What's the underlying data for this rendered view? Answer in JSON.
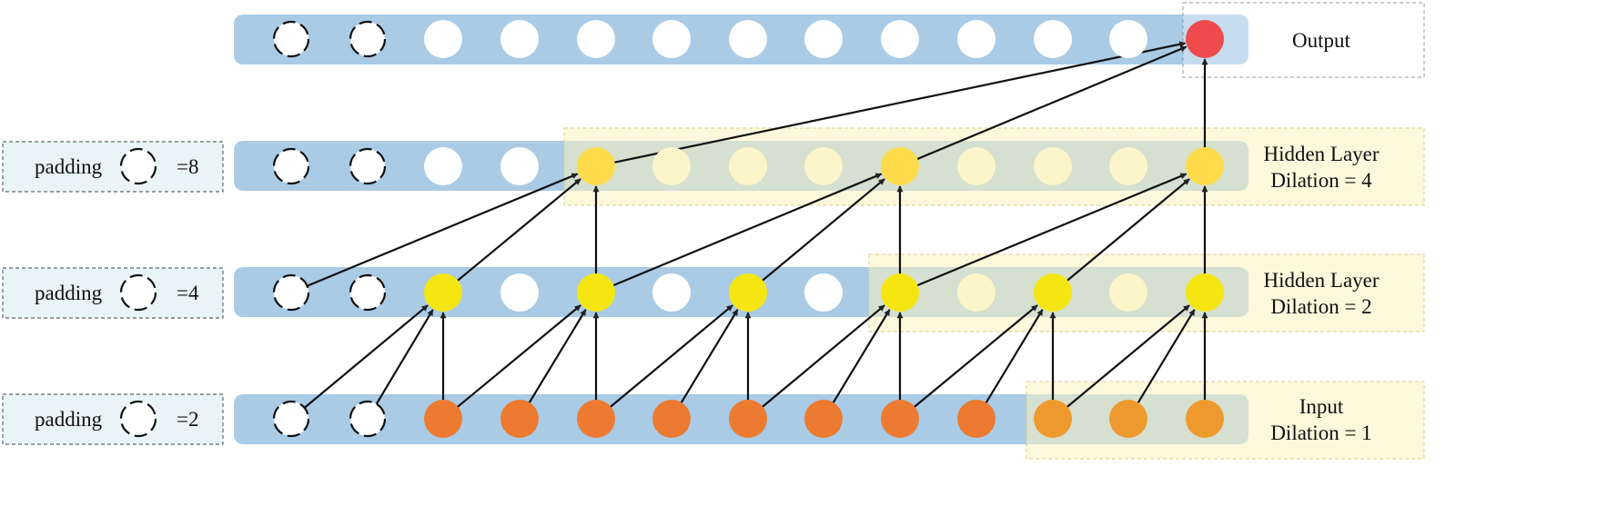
{
  "padding_boxes": [
    {
      "label": "padding",
      "value": "=8"
    },
    {
      "label": "padding",
      "value": "=4"
    },
    {
      "label": "padding",
      "value": "=2"
    }
  ],
  "layers": {
    "output": {
      "label_line1": "Output"
    },
    "hidden4": {
      "label_line1": "Hidden Layer",
      "label_line2": "Dilation = 4"
    },
    "hidden2": {
      "label_line1": "Hidden Layer",
      "label_line2": "Dilation = 2"
    },
    "input": {
      "label_line1": "Input",
      "label_line2": "Dilation = 1"
    }
  },
  "colors": {
    "layer_bar": "#a9cbe6",
    "highlight": "#faf3c0",
    "highlight_stroke": "#d9d28a",
    "input_node": "#ec7a30",
    "input_node_highlight": "#ef9a2e",
    "hidden2_node": "#f5e611",
    "hidden4_node": "#fddb4a",
    "faded_node": "#fbf5c9",
    "output_node": "#ef4b4c",
    "padding_box_fill": "#e9f4f6"
  }
}
